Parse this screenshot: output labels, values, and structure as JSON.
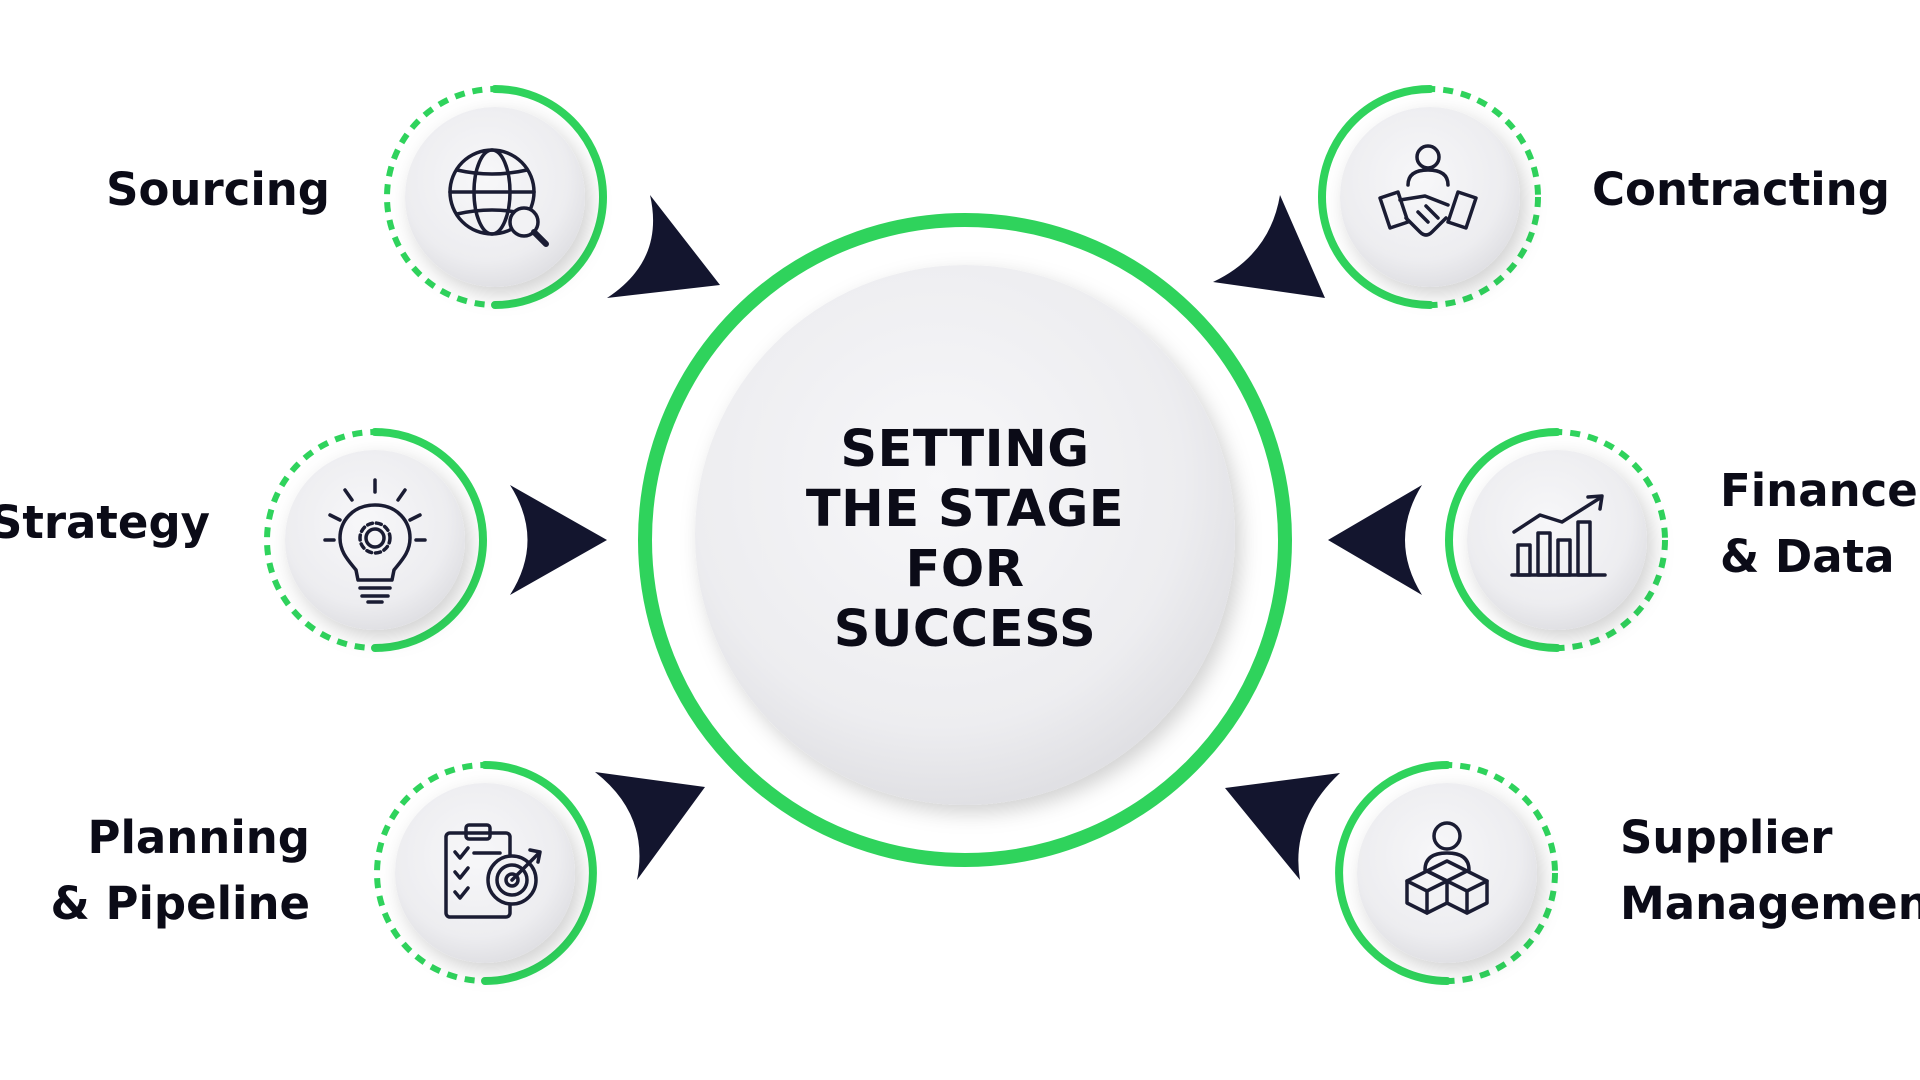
{
  "colors": {
    "accent_green": "#2fd35c",
    "arrow_navy": "#13152e",
    "icon_navy": "#1a1c33",
    "disc_light": "#f2f2f4",
    "text": "#0b0b17"
  },
  "center": {
    "title_lines": [
      "SETTING",
      "THE STAGE",
      "FOR",
      "SUCCESS"
    ]
  },
  "nodes": [
    {
      "id": "sourcing",
      "lines": [
        "Sourcing"
      ],
      "icon": "globe-search-icon"
    },
    {
      "id": "strategy",
      "lines": [
        "Strategy"
      ],
      "icon": "lightbulb-gear-icon"
    },
    {
      "id": "planning",
      "lines": [
        "Planning",
        "& Pipeline"
      ],
      "icon": "checklist-target-icon"
    },
    {
      "id": "contracting",
      "lines": [
        "Contracting"
      ],
      "icon": "handshake-icon"
    },
    {
      "id": "finance",
      "lines": [
        "Finance",
        "& Data"
      ],
      "icon": "bar-chart-growth-icon"
    },
    {
      "id": "supplier",
      "lines": [
        "Supplier",
        "Management"
      ],
      "icon": "person-boxes-icon"
    }
  ]
}
